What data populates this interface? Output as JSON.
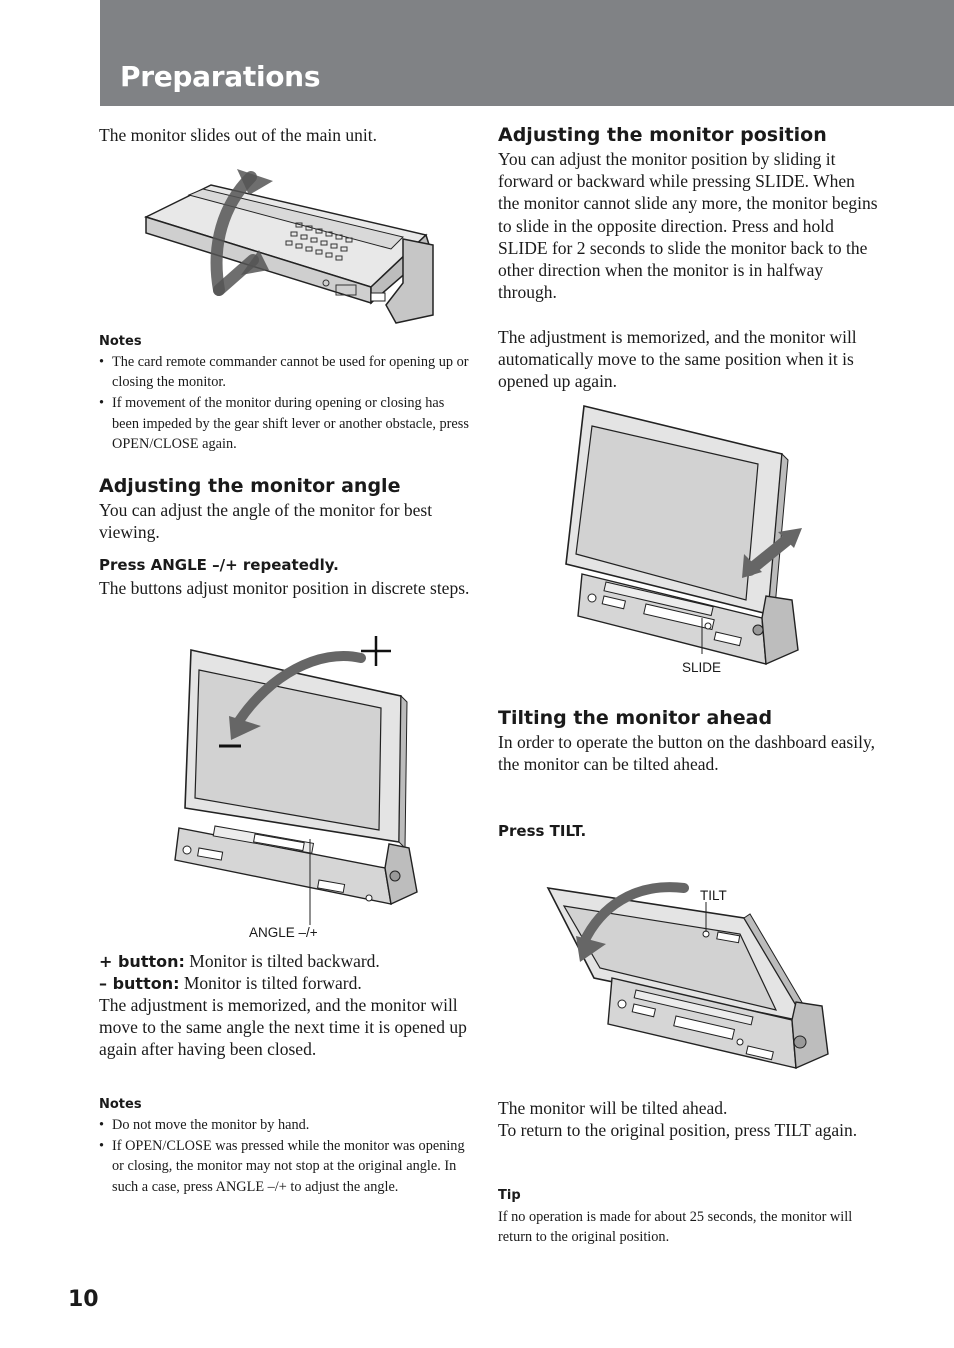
{
  "header": {
    "title": "Preparations"
  },
  "left": {
    "intro": "The monitor slides out of the main unit.",
    "notes1": {
      "label": "Notes",
      "items": [
        "The card remote commander cannot be used for opening up or closing the monitor.",
        "If movement of the monitor during opening or closing has been impeded by the gear shift lever or another obstacle, press OPEN/CLOSE  again."
      ]
    },
    "angle": {
      "heading": "Adjusting the monitor angle",
      "text": "You can adjust the angle of the monitor for best viewing.",
      "instruction": "Press ANGLE –/+ repeatedly.",
      "instruction_text": "The buttons adjust monitor position in discrete steps.",
      "callout": "ANGLE –/+",
      "plus_label": "+ button:",
      "plus_text": " Monitor is tilted backward.",
      "minus_label": "– button:",
      "minus_text": " Monitor is tilted forward.",
      "memo": "The adjustment is memorized, and the monitor will move to the same angle the next time it is opened up again after having been closed."
    },
    "notes2": {
      "label": "Notes",
      "items": [
        "Do not move the monitor by hand.",
        "If OPEN/CLOSE was pressed while the monitor was opening or closing, the monitor may not stop at the original angle. In such a case, press ANGLE –/+ to adjust the angle."
      ]
    }
  },
  "right": {
    "position": {
      "heading": "Adjusting the monitor position",
      "text": "You can adjust the monitor position by sliding it forward or backward while pressing SLIDE. When the monitor cannot slide any more, the monitor begins to slide in the opposite direction. Press and hold SLIDE for 2 seconds to slide the monitor back to the other direction when the monitor is in halfway through.",
      "memo": "The adjustment is memorized, and the monitor will automatically move to the same position when it is opened up again.",
      "callout": "SLIDE"
    },
    "tilt": {
      "heading": "Tilting the monitor ahead",
      "text": "In order to operate the button on the dashboard easily, the monitor can be tilted ahead.",
      "instruction": "Press TILT.",
      "callout": "TILT",
      "result": "The monitor will be tilted ahead.",
      "return_text": "To return to the original position, press TILT again."
    },
    "tip": {
      "label": "Tip",
      "text": "If no operation is made for about 25 seconds, the monitor will return to the original position."
    }
  },
  "page_number": "10"
}
